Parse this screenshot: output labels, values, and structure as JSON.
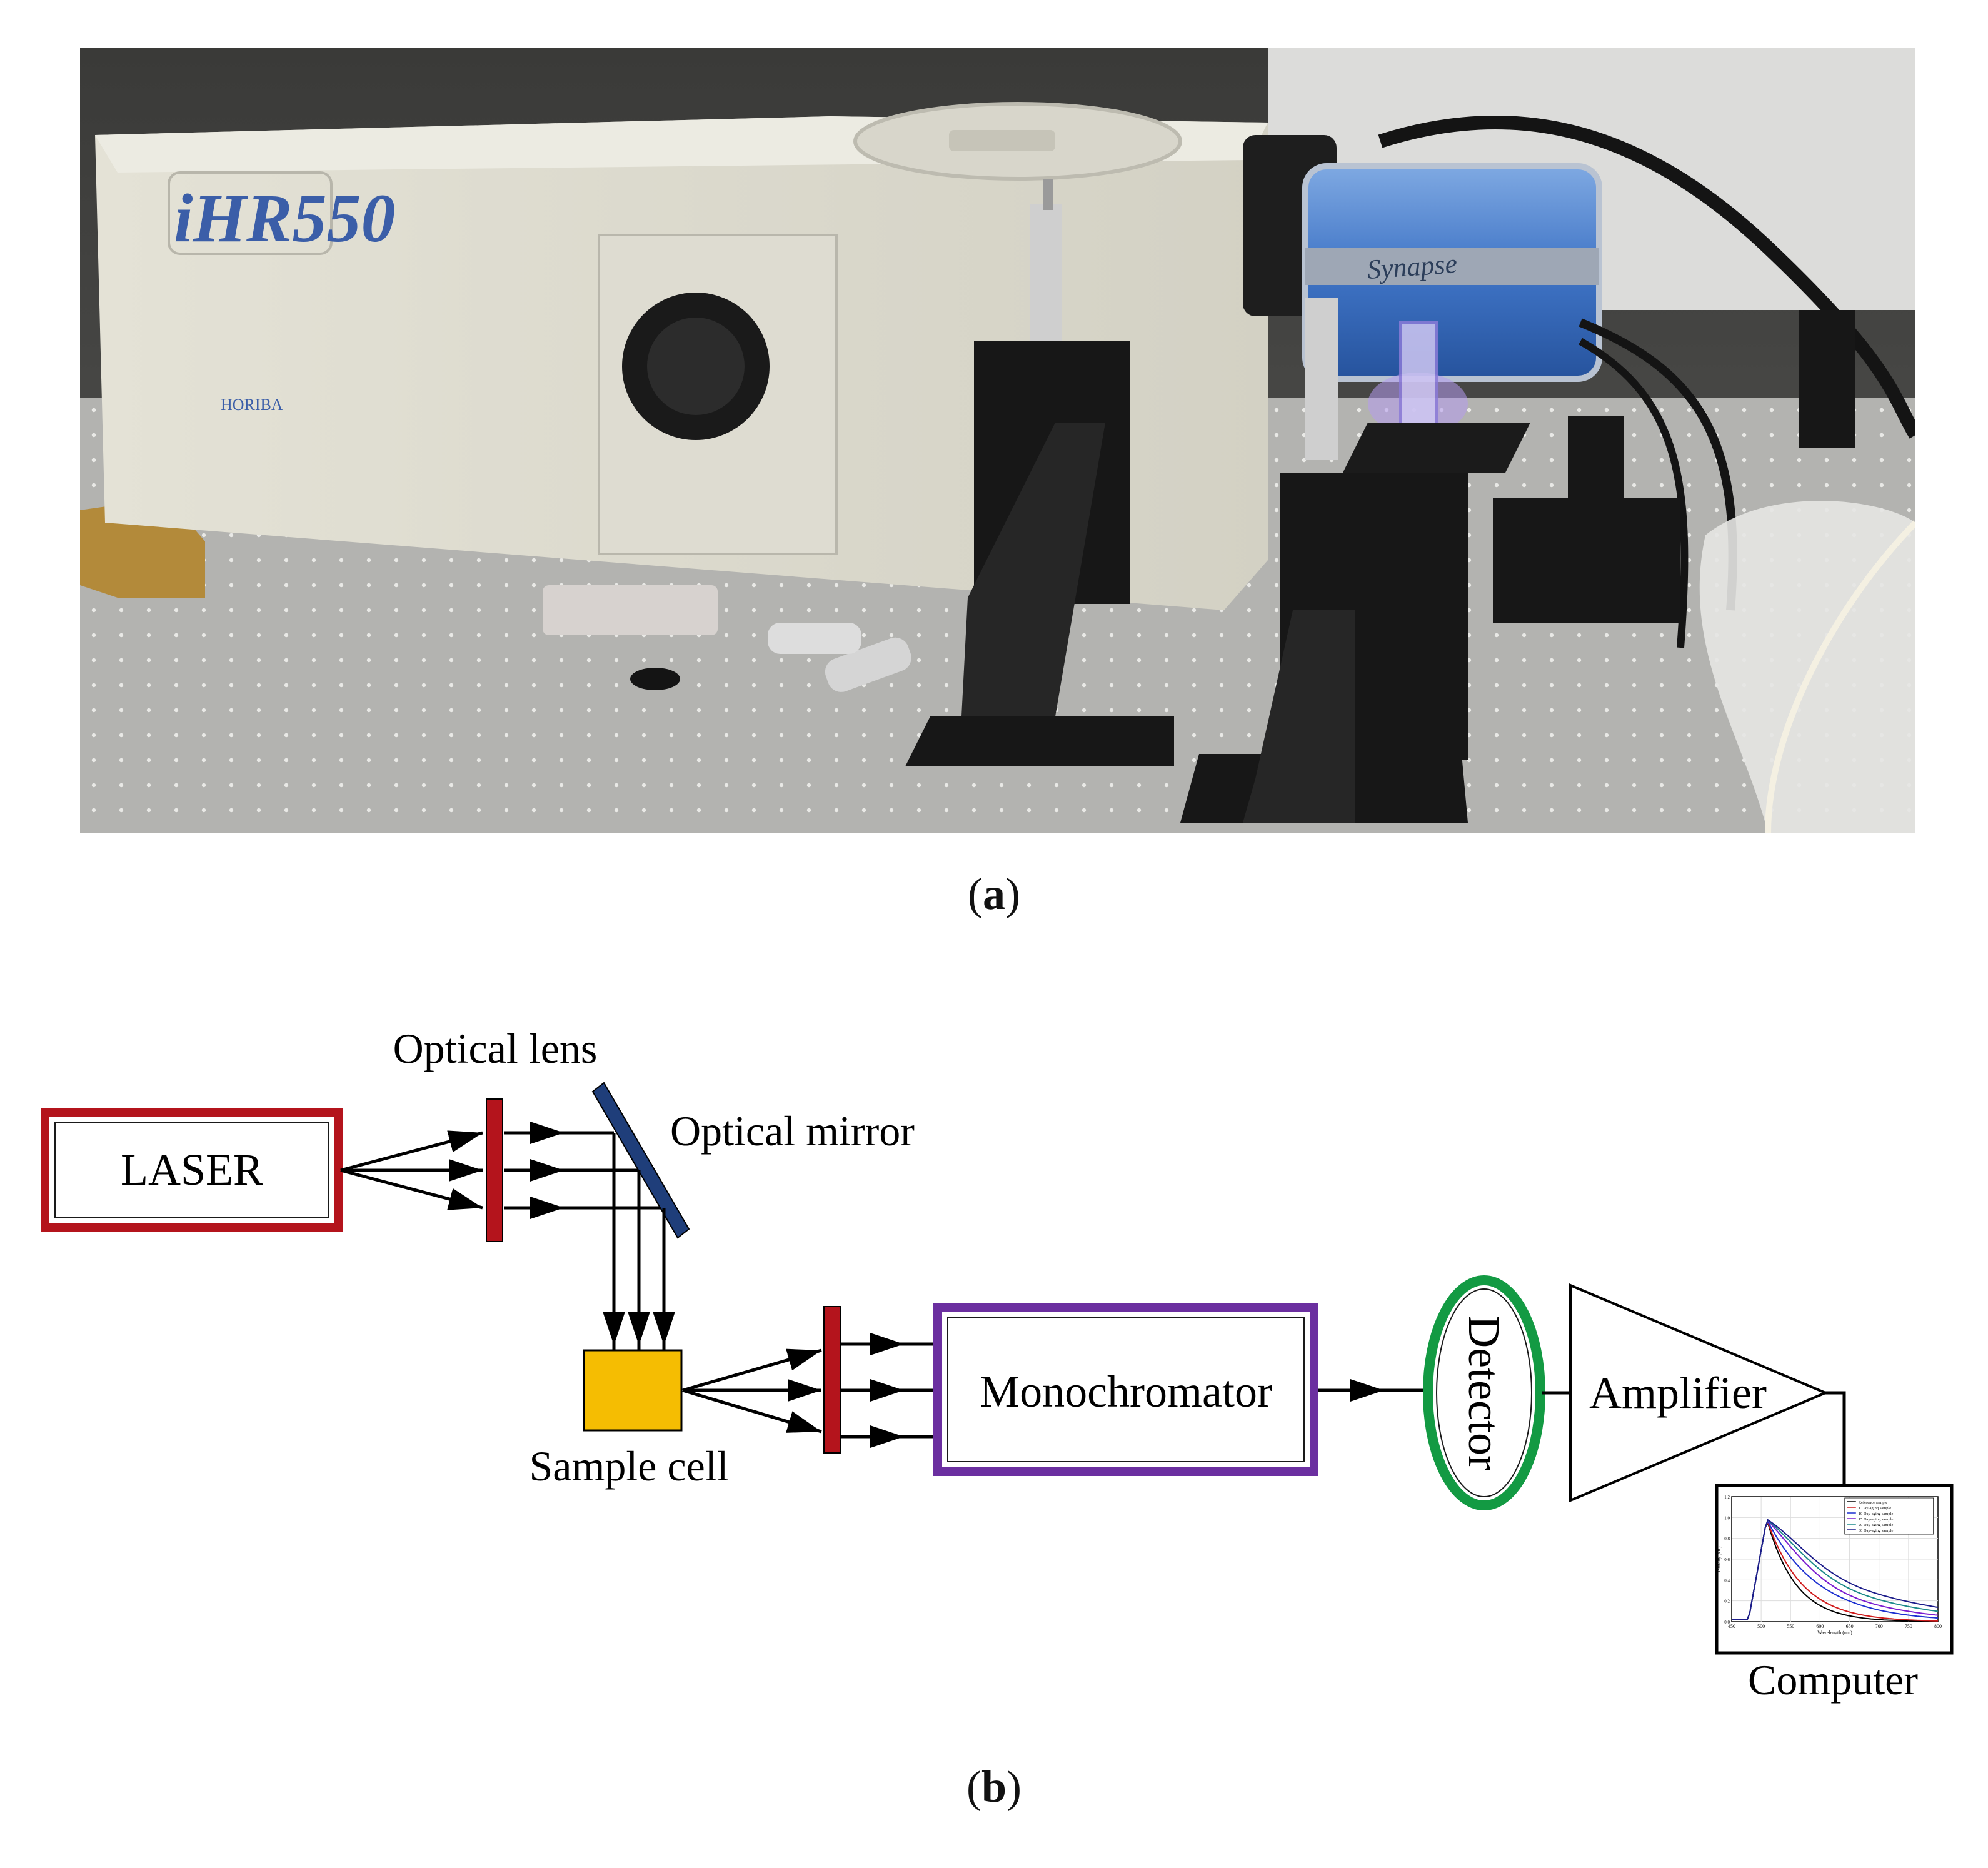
{
  "panel_a": {
    "label_letter": "a",
    "instrument_brand": "iHR550",
    "instrument_maker": "HORIBA",
    "detector_brand": "Synapse"
  },
  "panel_b": {
    "label_letter": "b",
    "components": {
      "laser": "LASER",
      "optical_lens": "Optical lens",
      "optical_mirror": "Optical mirror",
      "sample_cell": "Sample cell",
      "monochromator": "Monochromator",
      "detector": "Detector",
      "amplifier": "Amplifier",
      "computer": "Computer"
    },
    "colors": {
      "laser_border": "#b4141c",
      "lens": "#b4141c",
      "mirror": "#1f3e7a",
      "sample_cell": "#f5bd02",
      "monochromator_border": "#6b2fa0",
      "detector_border": "#139a43"
    },
    "thumbnail_plot": {
      "legend": [
        "Reference sample",
        "1 Day-aging sample",
        "10 Day-aging sample",
        "15 Day-aging sample",
        "20 Day-aging sample",
        "30 Day-aging sample"
      ],
      "series_colors": [
        "#000000",
        "#d01c1c",
        "#1c2fd0",
        "#7a1cd0",
        "#1c8a8a",
        "#1c1c8a"
      ],
      "x_ticks": [
        "450",
        "500",
        "550",
        "600",
        "650",
        "700",
        "750",
        "800"
      ],
      "y_ticks": [
        "0.0",
        "0.2",
        "0.4",
        "0.6",
        "0.8",
        "1.0",
        "1.2"
      ],
      "xlabel": "Wavelength (nm)",
      "ylabel": "Intensity (a.u.)"
    }
  }
}
